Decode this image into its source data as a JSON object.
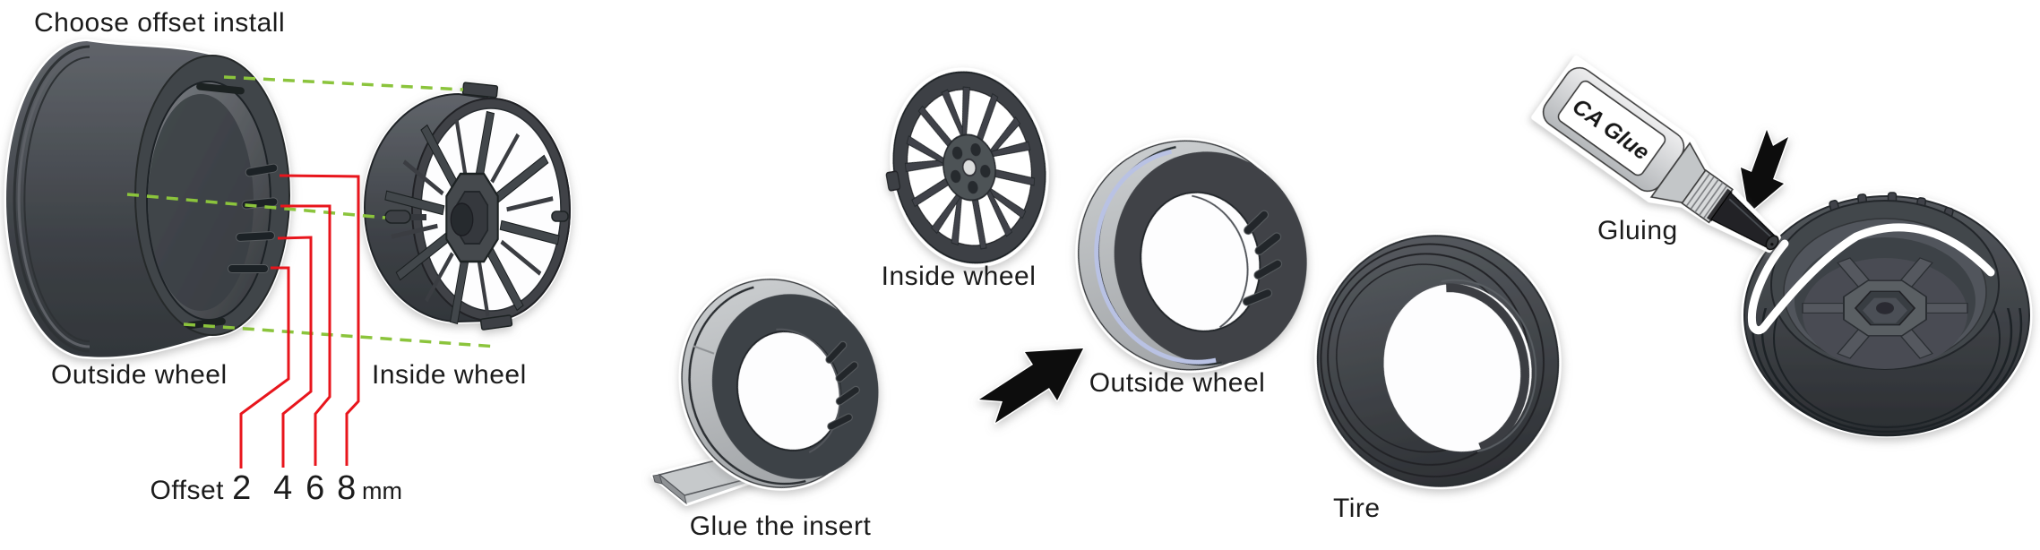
{
  "diagram": {
    "step1": {
      "title": "Choose offset install",
      "outside_wheel": "Outside wheel",
      "inside_wheel": "Inside wheel",
      "offset_word": "Offset",
      "offset_values": [
        "2",
        "4",
        "6",
        "8"
      ],
      "offset_unit": "mm"
    },
    "step2": {
      "inside_wheel": "Inside wheel",
      "glue_insert": "Glue the insert",
      "outside_wheel": "Outside wheel",
      "tire": "Tire"
    },
    "step3": {
      "gluing": "Gluing",
      "bottle": "CA Glue"
    }
  },
  "colors": {
    "callout_red": "#e8151c",
    "alignment_green": "#8bc43c",
    "glue_edge_blue": "#b9c2e4",
    "glue_bead_white": "#ffffff",
    "label_ink": "#1b1b1b"
  }
}
